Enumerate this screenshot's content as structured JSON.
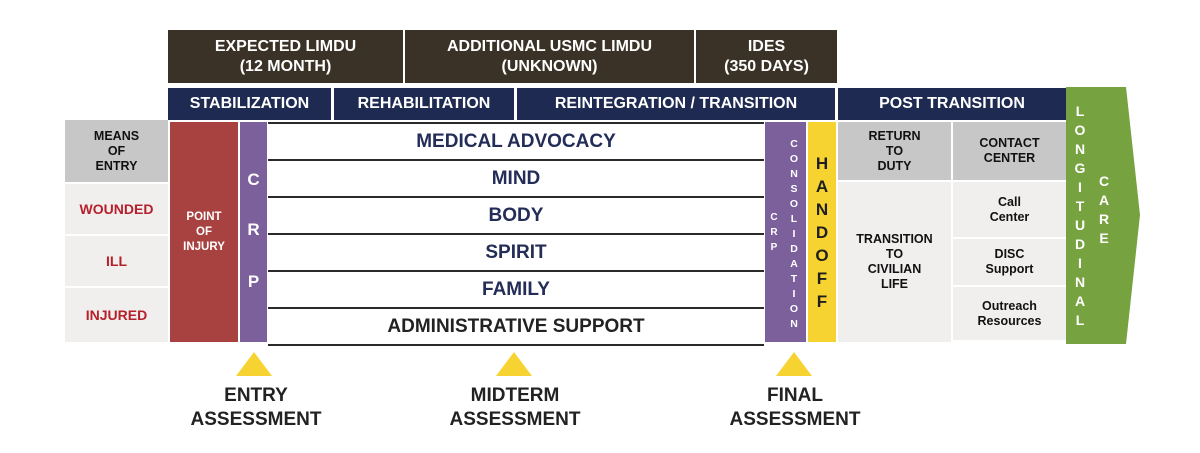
{
  "top_headers": [
    {
      "text": "EXPECTED LIMDU\n(12 MONTH)"
    },
    {
      "text": "ADDITIONAL USMC LIMDU\n(UNKNOWN)"
    },
    {
      "text": "IDES\n(350 DAYS)"
    }
  ],
  "phase_headers": {
    "stabilization": "STABILIZATION",
    "rehabilitation": "REHABILITATION",
    "reintegration": "REINTEGRATION / TRANSITION",
    "post_transition": "POST TRANSITION"
  },
  "means_of_entry": {
    "header": "MEANS\nOF\nENTRY",
    "items": [
      "WOUNDED",
      "ILL",
      "INJURED"
    ]
  },
  "point_of_injury": "POINT\nOF\nINJURY",
  "crp_letters": [
    "C",
    "R",
    "P"
  ],
  "care_rows": [
    "MEDICAL ADVOCACY",
    "MIND",
    "BODY",
    "SPIRIT",
    "FAMILY",
    "ADMINISTRATIVE SUPPORT"
  ],
  "consolidation_letters": [
    "C",
    "O",
    "N",
    "S",
    "O",
    "L",
    "I",
    "D",
    "A",
    "T",
    "I",
    "O",
    "N"
  ],
  "consolidation_crp_letters": [
    "C",
    "R",
    "P"
  ],
  "handoff_letters": [
    "H",
    "A",
    "N",
    "D",
    "O",
    "F",
    "F"
  ],
  "post_transition": {
    "return_to_duty": "RETURN\nTO\nDUTY",
    "transition_to_civilian": "TRANSITION\nTO\nCIVILIAN\nLIFE",
    "contact_center": "CONTACT\nCENTER",
    "services": [
      "Call\nCenter",
      "DISC\nSupport",
      "Outreach\nResources"
    ]
  },
  "longitudinal_letters": [
    "L",
    "O",
    "N",
    "G",
    "I",
    "T",
    "U",
    "D",
    "I",
    "N",
    "A",
    "L"
  ],
  "care_letters": [
    "C",
    "A",
    "R",
    "E"
  ],
  "assessments": [
    {
      "text": "ENTRY\nASSESSMENT"
    },
    {
      "text": "MIDTERM\nASSESSMENT"
    },
    {
      "text": "FINAL\nASSESSMENT"
    }
  ],
  "colors": {
    "top_header_bg": "#3a3226",
    "phase_header_bg": "#1e2a52",
    "point_of_injury_bg": "#a84240",
    "crp_bg": "#7b609c",
    "handoff_bg": "#f7d331",
    "longitudinal_bg": "#76a23f",
    "entry_text": "#b5202b",
    "row_text": "#232d57",
    "triangle": "#f7d331"
  }
}
